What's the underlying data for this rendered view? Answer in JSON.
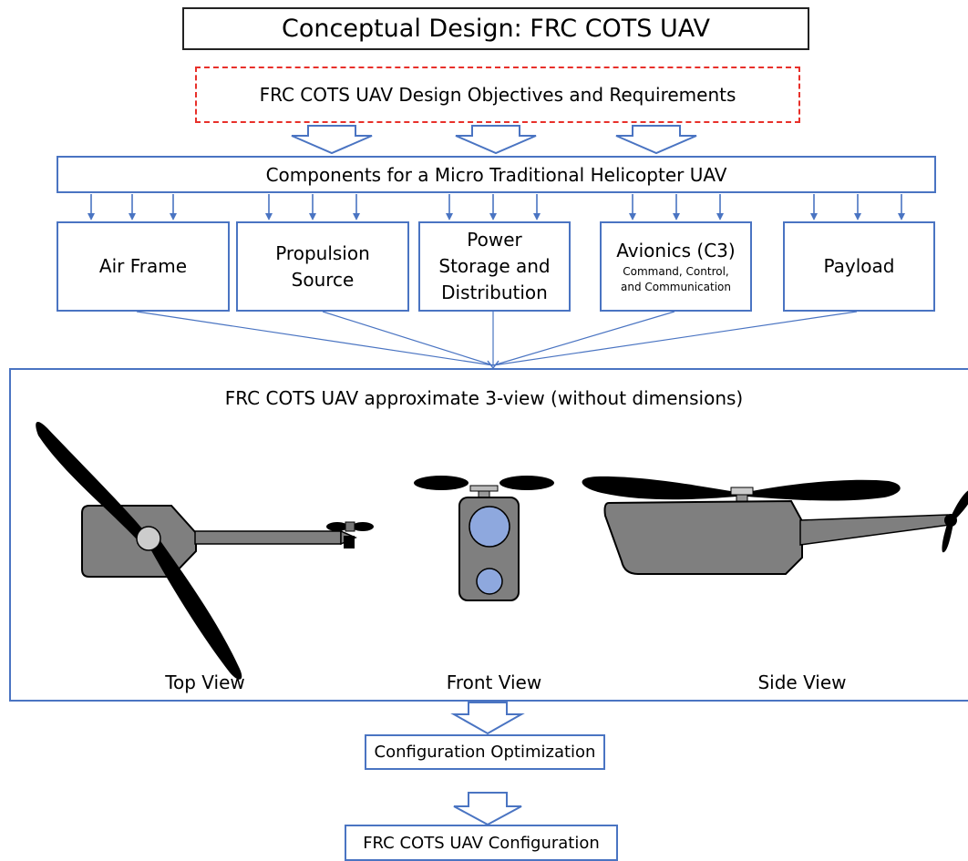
{
  "title": "Conceptual Design: FRC COTS UAV",
  "objectives": "FRC COTS UAV Design Objectives and Requirements",
  "components_header": "Components for a Micro Traditional Helicopter UAV",
  "components": {
    "airframe": "Air Frame",
    "propulsion_line1": "Propulsion",
    "propulsion_line2": "Source",
    "power_line1": "Power",
    "power_line2": "Storage and",
    "power_line3": "Distribution",
    "avionics_title": "Avionics (C3)",
    "avionics_sub1": "Command, Control,",
    "avionics_sub2": "and Communication",
    "payload": "Payload"
  },
  "three_view_title": "FRC COTS UAV approximate 3-view (without dimensions)",
  "views": {
    "top": "Top View",
    "front": "Front View",
    "side": "Side View"
  },
  "config_optimization": "Configuration Optimization",
  "config_final": "FRC COTS UAV Configuration",
  "colors": {
    "box_border": "#4a74c2",
    "dashed_border": "#e8302a",
    "fuselage": "#7f7f7f",
    "rotor": "#000000",
    "window": "#8ea8de"
  }
}
